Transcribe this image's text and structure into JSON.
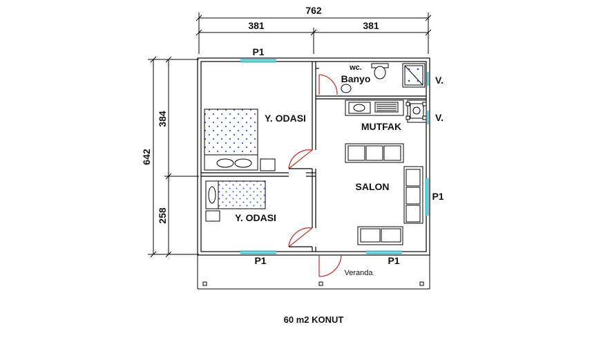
{
  "dimensions": {
    "total_width": "762",
    "left_width": "381",
    "right_width": "381",
    "total_height": "642",
    "upper_height": "384",
    "lower_height": "258"
  },
  "rooms": {
    "bedroom_1": "Y. ODASI",
    "bedroom_2": "Y. ODASI",
    "wc": "wc.",
    "bathroom": "Banyo",
    "kitchen": "MUTFAK",
    "living": "SALON",
    "veranda": "Veranda"
  },
  "windows": {
    "top_p1": "P1",
    "right_p1": "P1",
    "bottom_left_p1": "P1",
    "bottom_right_p1": "P1",
    "v_upper": "V.",
    "v_lower": "V."
  },
  "caption": "60 m2 KONUT",
  "colors": {
    "walls": "#000000",
    "windows": "#35b8c8",
    "doors": "#c0392b",
    "furniture_fill": "#ffffff",
    "dots": "#3a4fd0"
  }
}
